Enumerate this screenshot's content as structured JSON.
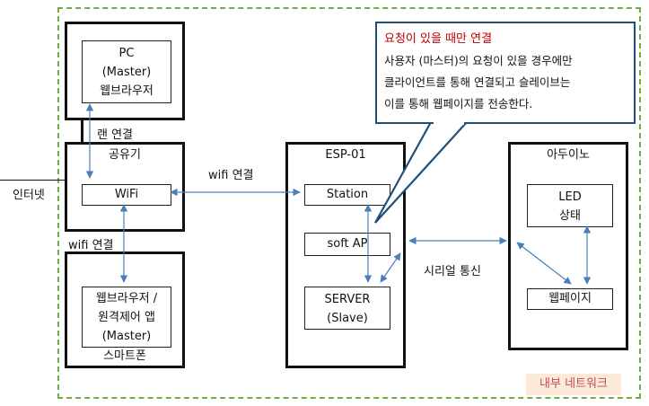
{
  "network": {
    "label": "내부 네트워크",
    "label_bg": "#fde9d9",
    "label_color": "#c0504d",
    "border_color": "#70ad47"
  },
  "pc": {
    "text": "PC\n(Master)\n웹브라우저"
  },
  "router": {
    "title": "공유기",
    "wifi": "WiFi"
  },
  "lan_label": "랜 연결",
  "internet_label": "인터넷",
  "wifi_label_top": "wifi 연결",
  "wifi_label_left": "wifi 연결",
  "smartphone": {
    "inner": "웹브라우저 /\n원격제어 앱\n(Master)",
    "label": "스마트폰"
  },
  "esp": {
    "title": "ESP-01",
    "station": "Station",
    "softap": "soft AP",
    "server": "SERVER\n(Slave)"
  },
  "serial_label": "시리얼 통신",
  "arduino": {
    "title": "아두이노",
    "led": "LED\n상태",
    "webpage": "웹페이지"
  },
  "callout": {
    "title": "요청이 있을 때만 연결",
    "title_color": "#c00000",
    "body": "사용자 (마스터)의 요청이 있을 경우에만\n클라이언트를 통해 연결되고 슬레이브는\n이를 통해 웹페이지를 전송한다.",
    "border_color": "#1f4e79"
  },
  "arrow_color": "#4a7ebb"
}
